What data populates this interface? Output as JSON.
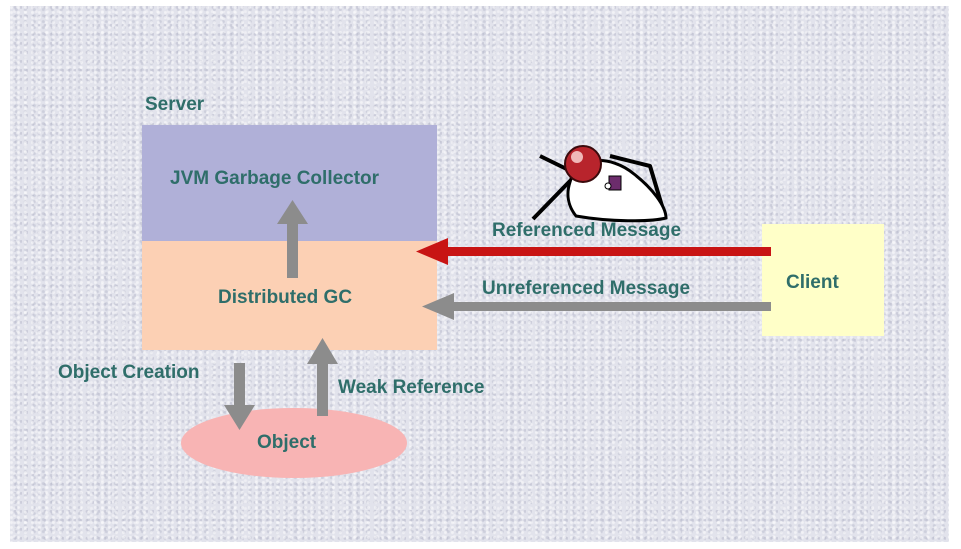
{
  "labels": {
    "server": "Server",
    "jvm_gc": "JVM Garbage Collector",
    "distributed_gc": "Distributed GC",
    "client": "Client",
    "object": "Object",
    "referenced_message": "Referenced Message",
    "unreferenced_message": "Unreferenced Message",
    "object_creation": "Object Creation",
    "weak_reference": "Weak Reference"
  },
  "colors": {
    "label_text": "#2f6e6a",
    "jvm_box": "#b0b0d8",
    "distributed_gc_box": "#fcd0b4",
    "client_box": "#ffffc8",
    "object_ellipse": "#f8b4b4",
    "referenced_arrow": "#c81414",
    "other_arrows": "#8c8c8c"
  },
  "icons": {
    "mascot": "duke-mascot-icon"
  }
}
